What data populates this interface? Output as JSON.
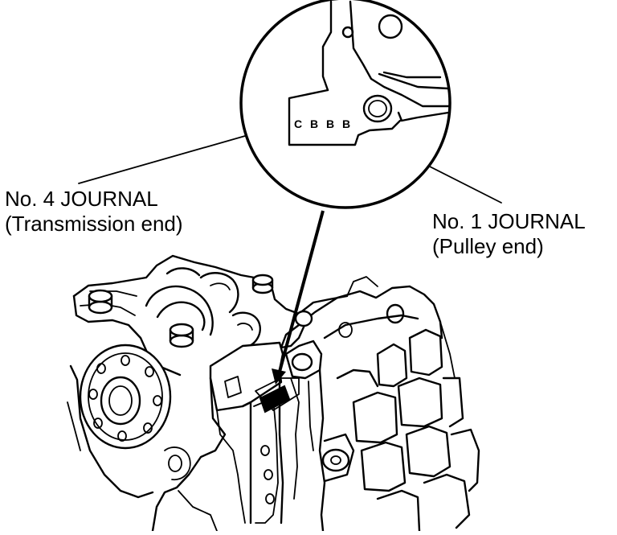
{
  "labels": {
    "journal4_line1": "No. 4 JOURNAL",
    "journal4_line2": "(Transmission end)",
    "journal1_line1": "No. 1 JOURNAL",
    "journal1_line2": "(Pulley end)"
  },
  "bore_code": "C B B B"
}
